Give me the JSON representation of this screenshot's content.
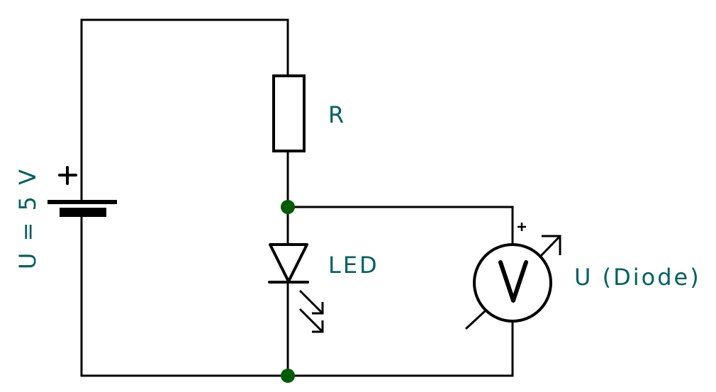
{
  "diagram": {
    "type": "circuit-schematic",
    "components": {
      "battery": {
        "label": "U = 5 V",
        "polarity_mark": "+"
      },
      "resistor": {
        "label": "R"
      },
      "led": {
        "label": "LED"
      },
      "voltmeter": {
        "label": "U (Diode)",
        "symbol": "V",
        "polarity_mark": "+"
      }
    },
    "colors": {
      "wire": "#000000",
      "label": "#006060",
      "junction": "#005c00"
    }
  }
}
